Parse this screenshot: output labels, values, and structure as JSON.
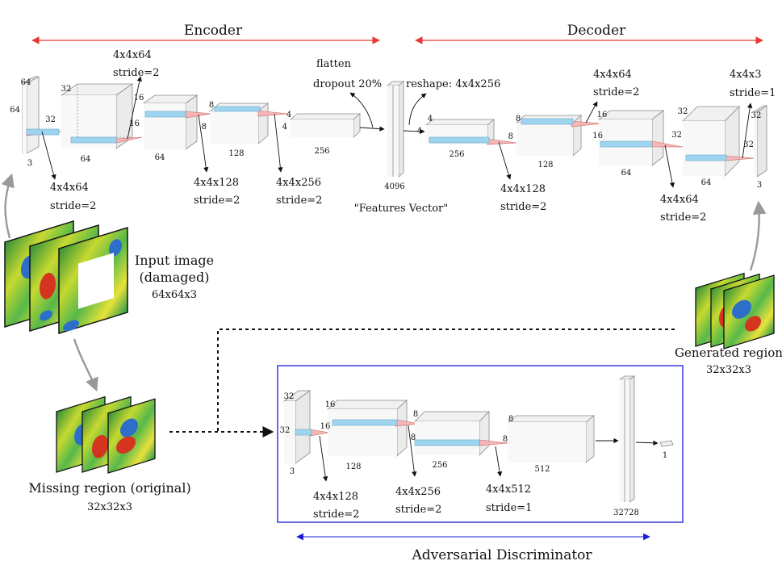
{
  "encoder": {
    "title": "Encoder",
    "dims": {
      "in_h": "64",
      "in_w": "64",
      "in_c": "3",
      "c1_h": "32",
      "c1_w": "32",
      "c1_c": "64",
      "c2_h": "16",
      "c2_w": "16",
      "c2_c": "64",
      "c3_h": "8",
      "c3_w": "8",
      "c3_c": "128",
      "c4_h": "4",
      "c4_w": "4",
      "c4_c": "256"
    },
    "kernels": {
      "k1_size": "4x4x64",
      "k1_stride": "stride=2",
      "k2_size": "4x4x64",
      "k2_stride": "stride=2",
      "k3_size": "4x4x128",
      "k3_stride": "stride=2",
      "k4_size": "4x4x256",
      "k4_stride": "stride=2"
    },
    "flatten": "flatten",
    "dropout": "dropout 20%"
  },
  "features": {
    "size": "4096",
    "label": "\"Features Vector\""
  },
  "decoder": {
    "title": "Decoder",
    "reshape": "reshape: 4x4x256",
    "dims": {
      "d0_h": "4",
      "d0_w": "4",
      "d0_c": "256",
      "d1_h": "8",
      "d1_w": "8",
      "d1_c": "128",
      "d2_h": "16",
      "d2_w": "16",
      "d2_c": "64",
      "d3_h": "32",
      "d3_w": "32",
      "d3_c": "64",
      "out_h": "32",
      "out_w": "32",
      "out_c": "3"
    },
    "kernels": {
      "k1_size": "4x4x128",
      "k1_stride": "stride=2",
      "k2_size": "4x4x64",
      "k2_stride": "stride=2",
      "k3_size": "4x4x64",
      "k3_stride": "stride=2",
      "k4_size": "4x4x3",
      "k4_stride": "stride=1"
    }
  },
  "input_image": {
    "title": "Input image",
    "subtitle": "(damaged)",
    "size": "64x64x3"
  },
  "missing_region": {
    "title": "Missing region (original)",
    "size": "32x32x3"
  },
  "generated_region": {
    "title": "Generated region",
    "size": "32x32x3"
  },
  "discriminator": {
    "title": "Adversarial Discriminator",
    "dims": {
      "i_h": "32",
      "i_w": "32",
      "i_c": "3",
      "c1_h": "16",
      "c1_w": "16",
      "c1_c": "128",
      "c2_h": "8",
      "c2_w": "8",
      "c2_c": "256",
      "c3_h": "8",
      "c3_c": "512",
      "vec": "32728",
      "out": "1"
    },
    "kernels": {
      "k1_size": "4x4x128",
      "k1_stride": "stride=2",
      "k2_size": "4x4x256",
      "k2_stride": "stride=2",
      "k3_size": "4x4x512",
      "k3_stride": "stride=1"
    }
  },
  "colors": {
    "section_arrow": "#e53935",
    "discriminator": "#1a1ad6",
    "kernel": "#f4b6b6",
    "filter": "#9fd4ef"
  }
}
